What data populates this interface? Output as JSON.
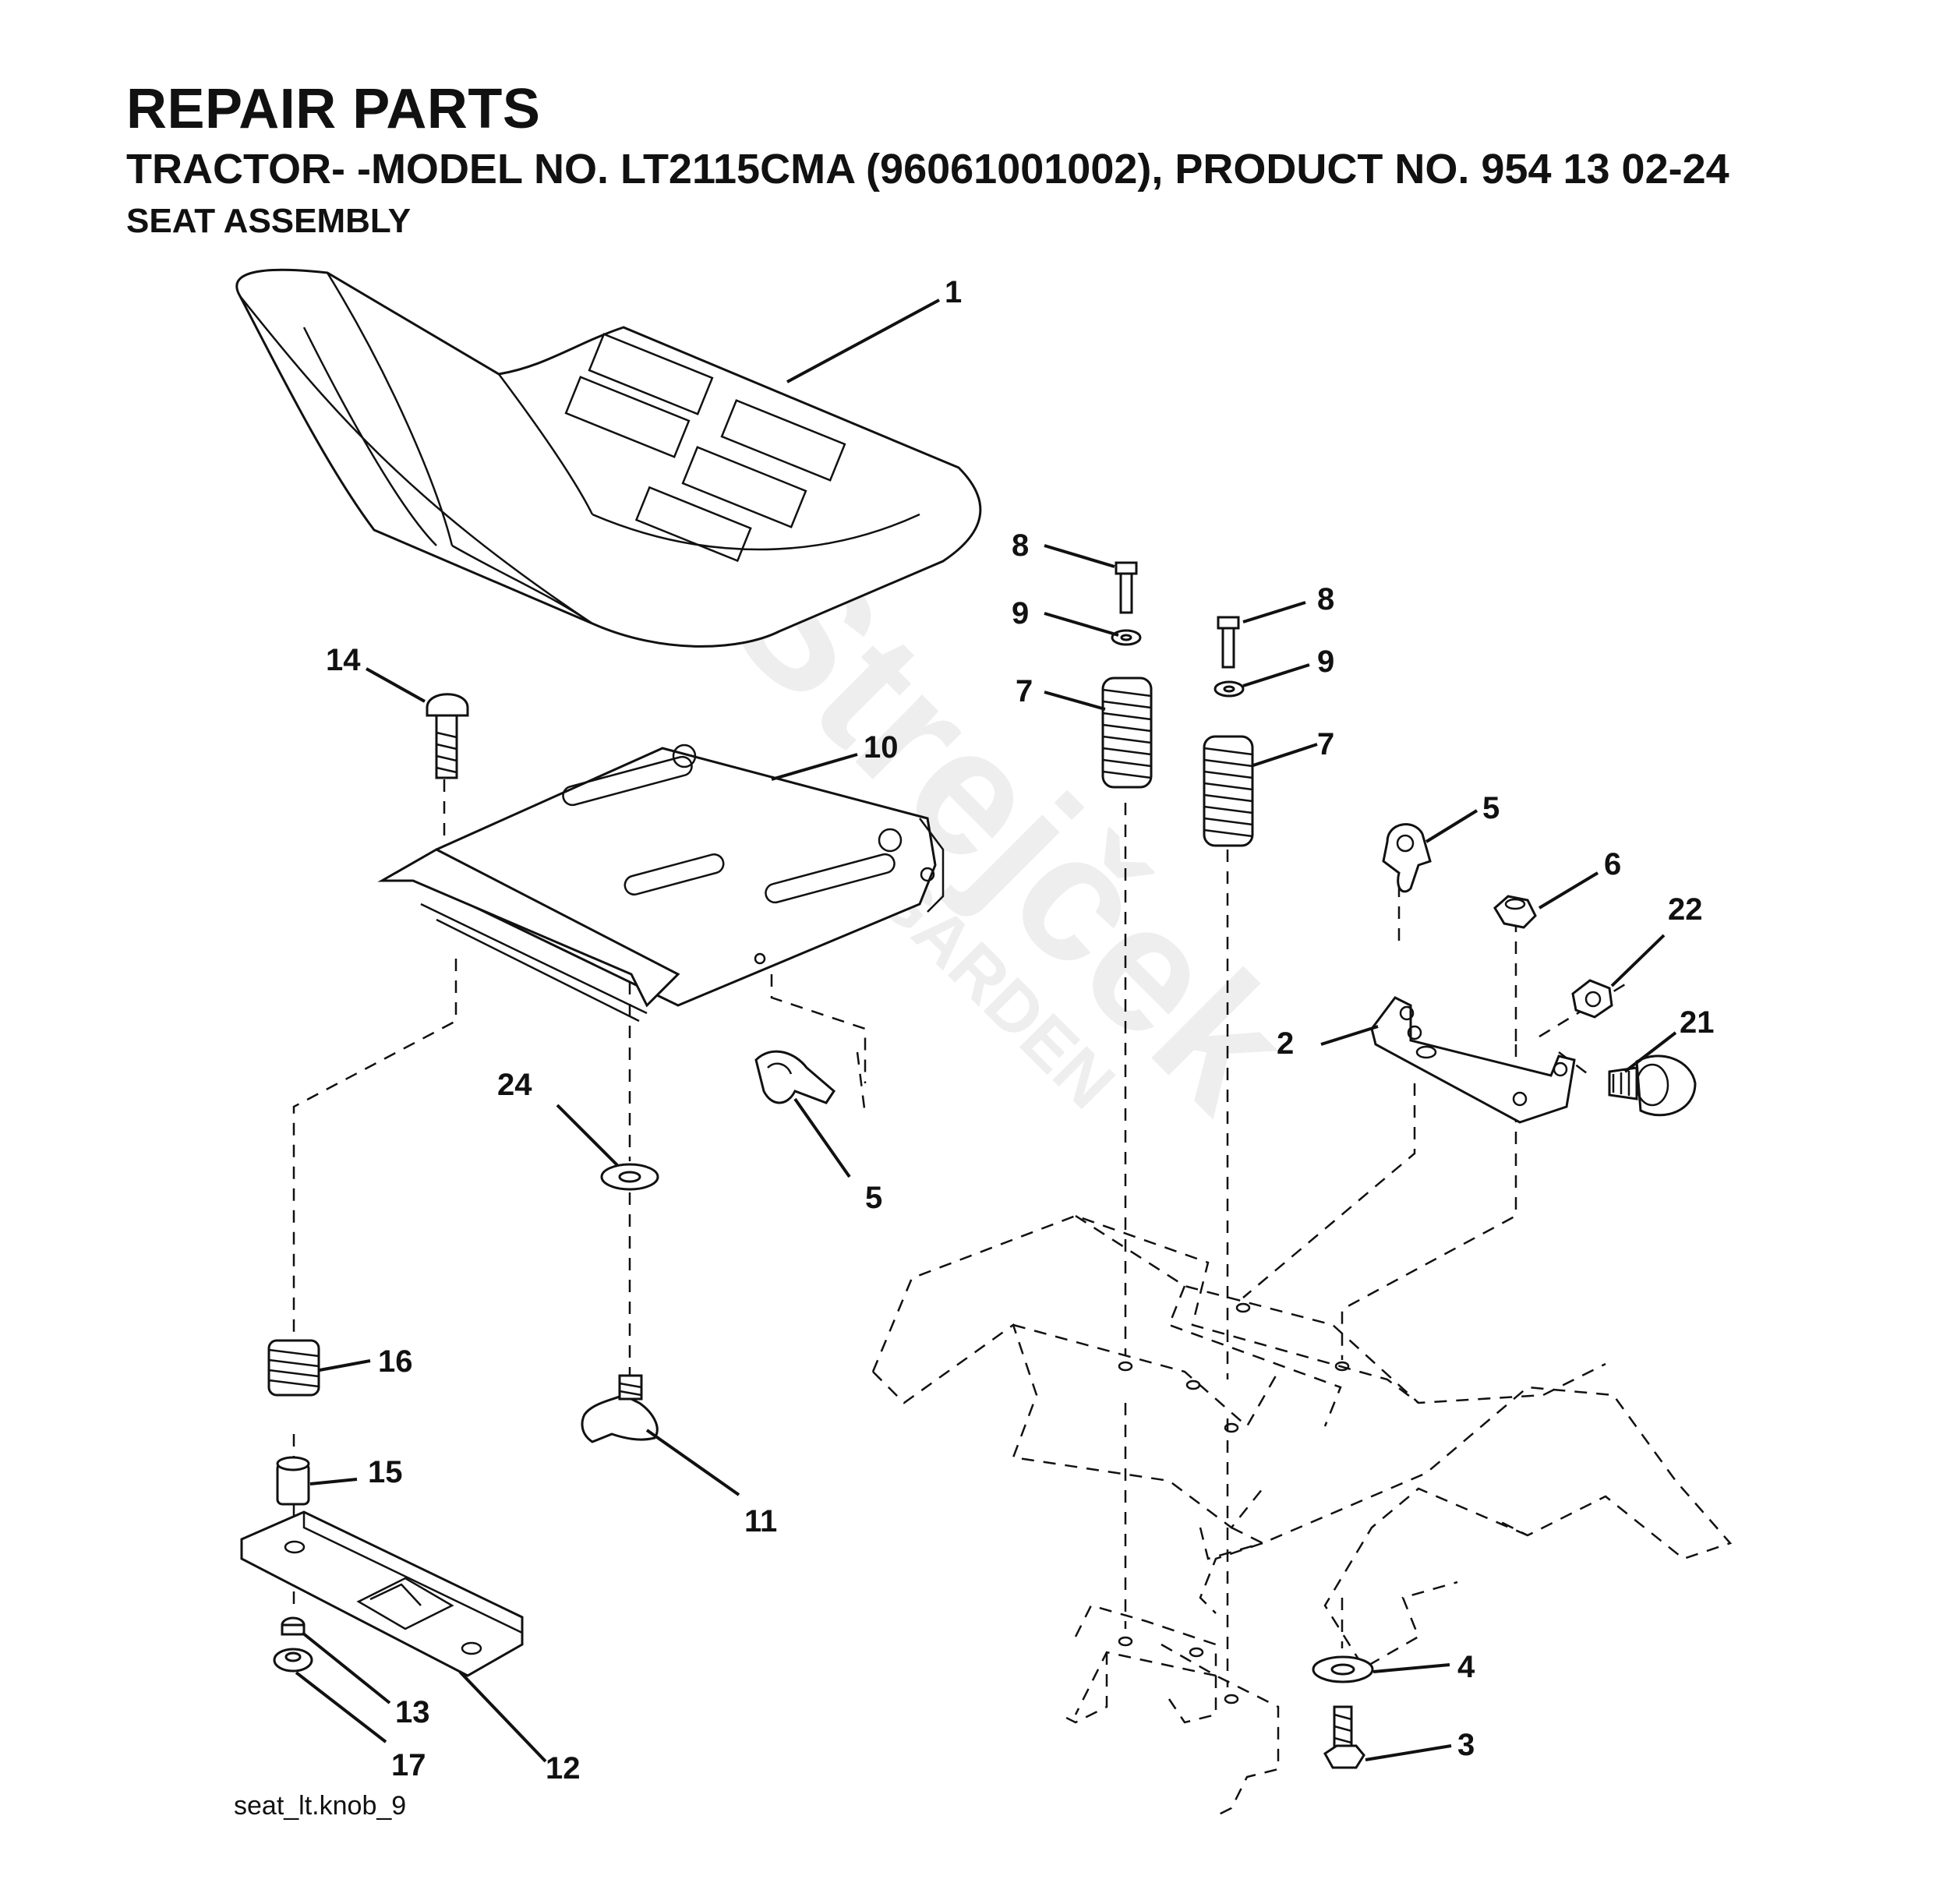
{
  "header": {
    "title": "REPAIR PARTS",
    "subtitle": "TRACTOR- -MODEL NO. LT2115CMA (96061001002), PRODUCT NO. 954 13 02-24",
    "section": "SEAT ASSEMBLY"
  },
  "diagram_code": "seat_lt.knob_9",
  "watermark": {
    "brand": "Strejček",
    "sub": "GARDEN"
  },
  "callouts": {
    "c1": "1",
    "c2": "2",
    "c3": "3",
    "c4": "4",
    "c5a": "5",
    "c5b": "5",
    "c6": "6",
    "c7a": "7",
    "c7b": "7",
    "c8a": "8",
    "c8b": "8",
    "c9a": "9",
    "c9b": "9",
    "c10": "10",
    "c11": "11",
    "c12": "12",
    "c13": "13",
    "c14": "14",
    "c15": "15",
    "c16": "16",
    "c17": "17",
    "c21": "21",
    "c22": "22",
    "c24": "24"
  }
}
